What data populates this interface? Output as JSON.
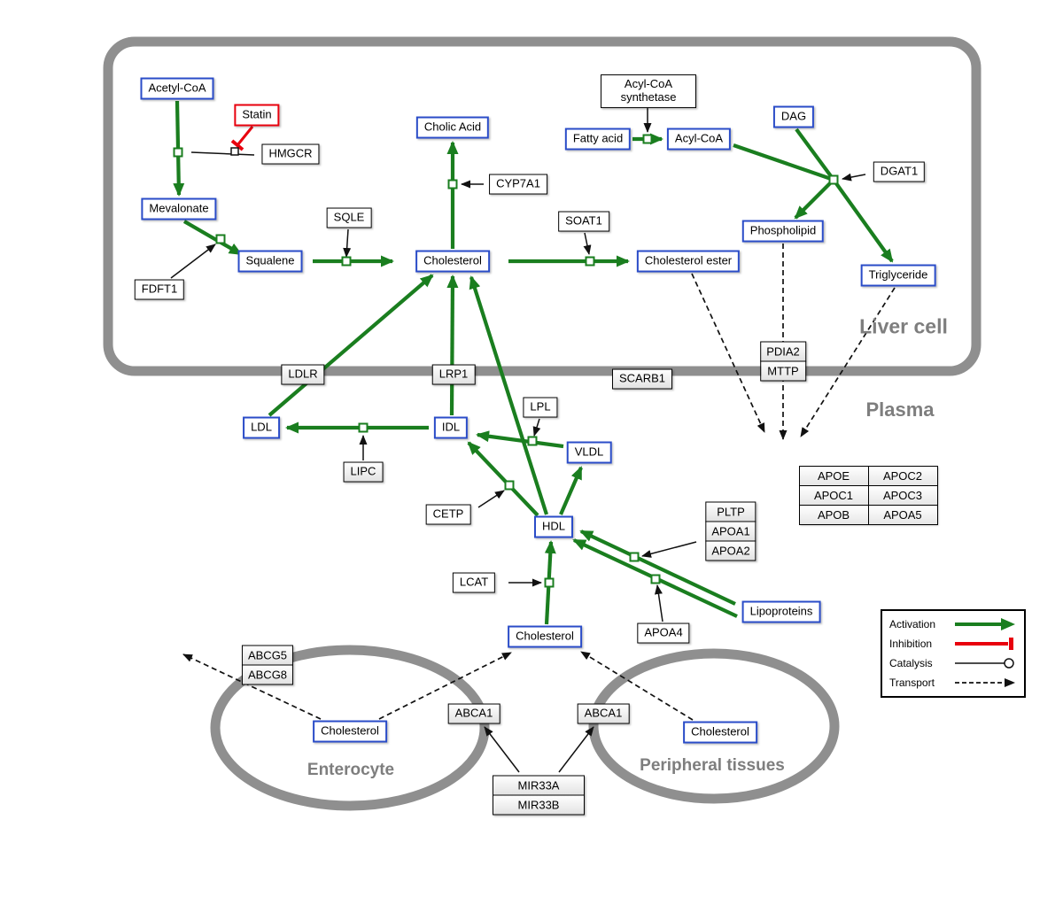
{
  "regions": {
    "liver": {
      "label": "Liver cell"
    },
    "plasma": {
      "label": "Plasma"
    },
    "enterocyte": {
      "label": "Enterocyte"
    },
    "peripheral": {
      "label": "Peripheral tissues"
    }
  },
  "colors": {
    "activation_green": "#1a7e1f",
    "inhibition_red": "#e8000d",
    "metabolite_border_blue": "#2a4cc8",
    "membrane_gray": "#8f8f8f"
  },
  "nodes": {
    "acetyl_coa": "Acetyl-CoA",
    "statin": "Statin",
    "hmgcr": "HMGCR",
    "mevalonate": "Mevalonate",
    "fdft1": "FDFT1",
    "squalene": "Squalene",
    "sqle": "SQLE",
    "cholesterol_liver": "Cholesterol",
    "cholic_acid": "Cholic Acid",
    "cyp7a1": "CYP7A1",
    "soat1": "SOAT1",
    "cholesterol_ester": "Cholesterol ester",
    "acyl_coa_synthetase": "Acyl-CoA synthetase",
    "fatty_acid": "Fatty acid",
    "acyl_coa": "Acyl-CoA",
    "dag": "DAG",
    "dgat1": "DGAT1",
    "phospholipid": "Phospholipid",
    "triglyceride": "Triglyceride",
    "pdia2": "PDIA2",
    "mttp": "MTTP",
    "ldlr": "LDLR",
    "lrp1": "LRP1",
    "scarb1": "SCARB1",
    "ldl": "LDL",
    "idl": "IDL",
    "vldl": "VLDL",
    "lipc": "LIPC",
    "lpl": "LPL",
    "cetp": "CETP",
    "hdl": "HDL",
    "lcat": "LCAT",
    "pltp": "PLTP",
    "apoa1": "APOA1",
    "apoa2": "APOA2",
    "apoa4": "APOA4",
    "lipoproteins": "Lipoproteins",
    "cholesterol_plasma": "Cholesterol",
    "abcg5": "ABCG5",
    "abcg8": "ABCG8",
    "cholesterol_enterocyte": "Cholesterol",
    "abca1_left": "ABCA1",
    "abca1_right": "ABCA1",
    "cholesterol_peripheral": "Cholesterol",
    "mir33a": "MIR33A",
    "mir33b": "MIR33B"
  },
  "apo_table": {
    "rows": [
      [
        "APOE",
        "APOC2"
      ],
      [
        "APOC1",
        "APOC3"
      ],
      [
        "APOB",
        "APOA5"
      ]
    ]
  },
  "legend": {
    "items": [
      {
        "label": "Activation",
        "type": "activation"
      },
      {
        "label": "Inhibition",
        "type": "inhibition"
      },
      {
        "label": "Catalysis",
        "type": "catalysis"
      },
      {
        "label": "Transport",
        "type": "transport"
      }
    ]
  }
}
